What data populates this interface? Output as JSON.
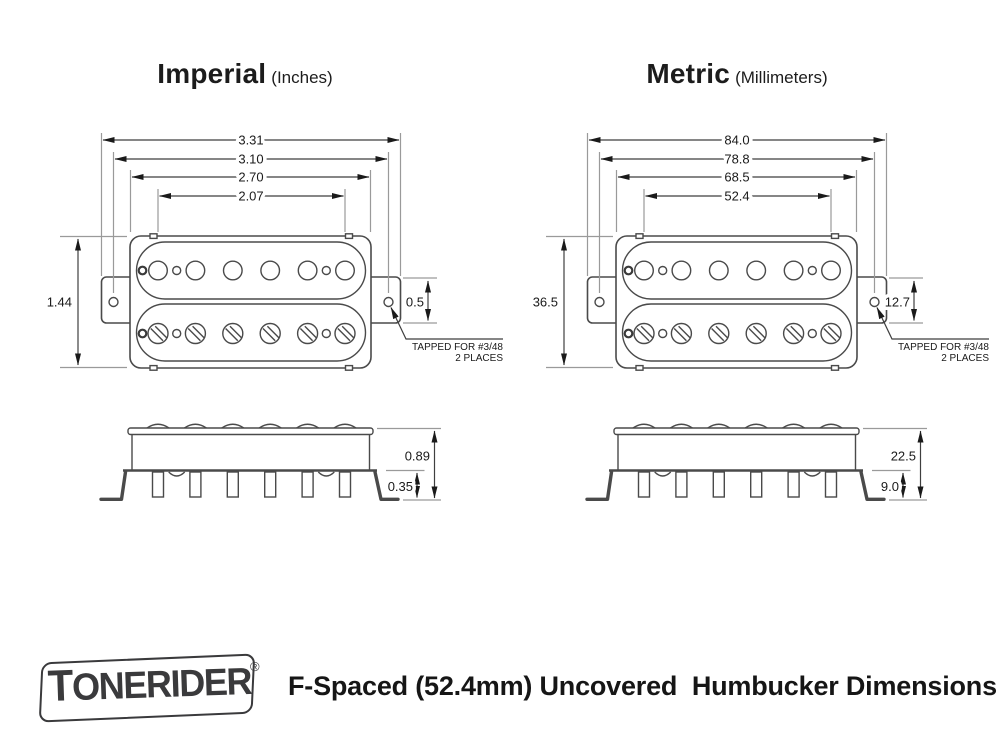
{
  "imperial": {
    "title": "Imperial",
    "unit": "(Inches)",
    "dims": {
      "total_width": "3.31",
      "hole_span": "3.10",
      "body_width": "2.70",
      "pole_span": "2.07",
      "body_height": "1.44",
      "tab_height": "0.5",
      "side_total_height": "0.89",
      "leg_depth": "0.35"
    },
    "note_line1": "TAPPED FOR #3/48",
    "note_line2": "2 PLACES"
  },
  "metric": {
    "title": "Metric",
    "unit": "(Millimeters)",
    "dims": {
      "total_width": "84.0",
      "hole_span": "78.8",
      "body_width": "68.5",
      "pole_span": "52.4",
      "body_height": "36.5",
      "tab_height": "12.7",
      "side_total_height": "22.5",
      "leg_depth": "9.0"
    },
    "note_line1": "TAPPED FOR #3/48",
    "note_line2": "2 PLACES"
  },
  "footer": {
    "brand": "TONERIDER",
    "registered": "®",
    "caption": "F-Spaced (52.4mm) Uncovered  Humbucker Dimensions"
  },
  "colors": {
    "line": "#4a4a4a",
    "extension_line": "#9a9a9a",
    "text": "#1a1a1a",
    "brand": "#3a3a3c",
    "background": "#ffffff"
  }
}
